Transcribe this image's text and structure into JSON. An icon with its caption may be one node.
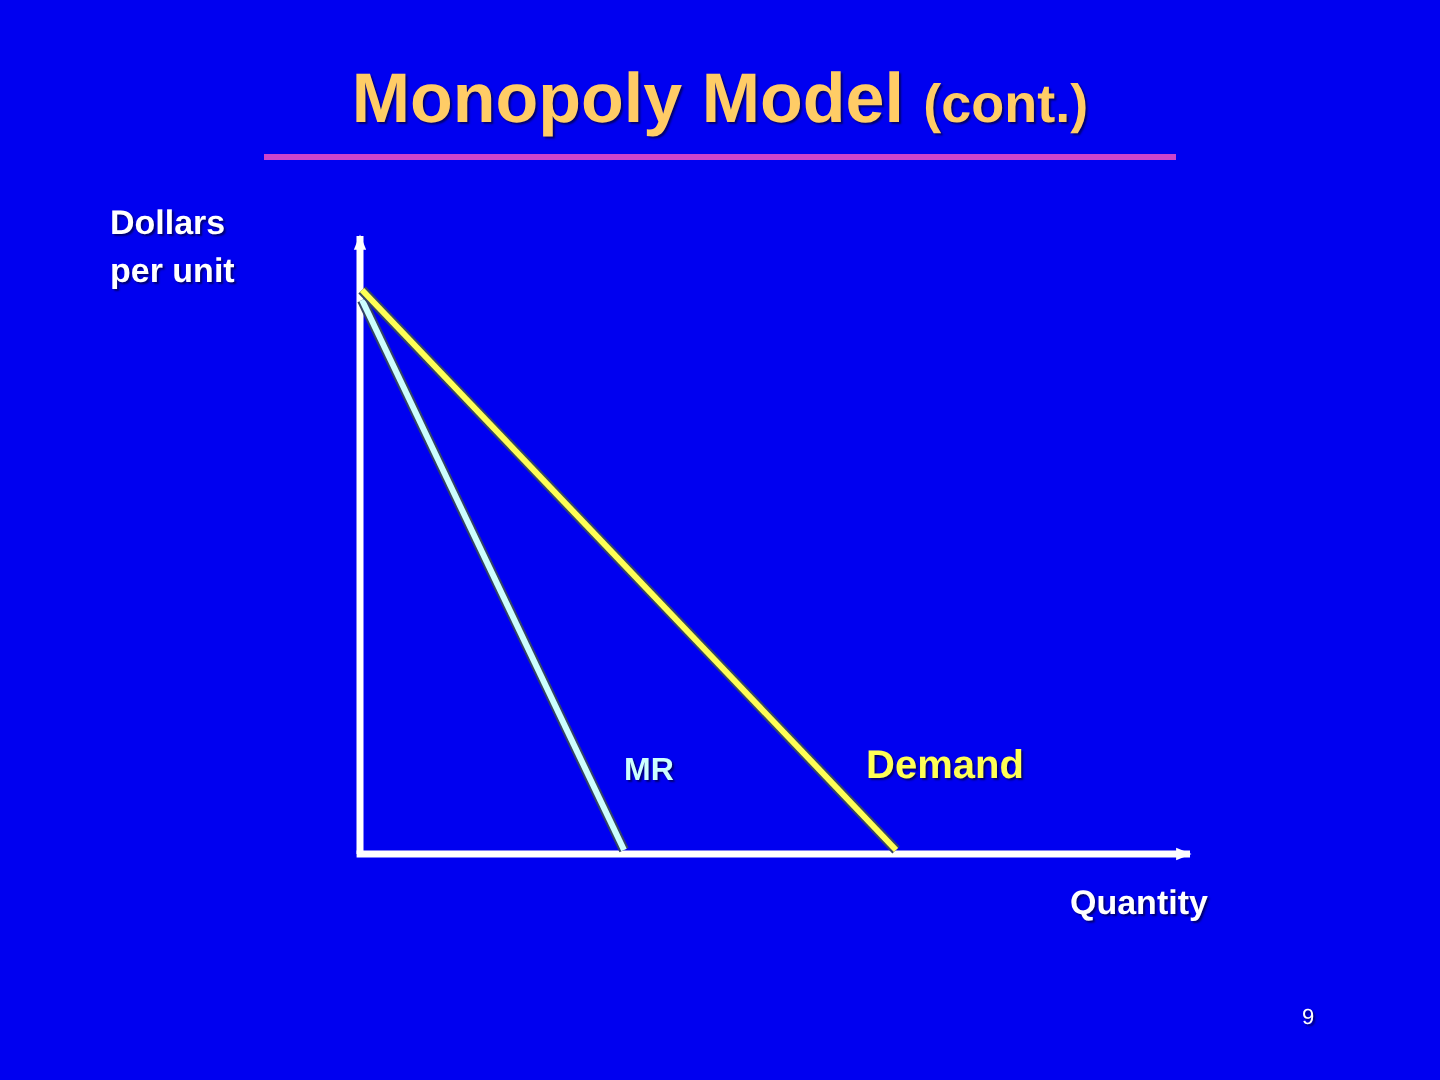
{
  "diagram": {
    "title": "Monopoly Model (cont.)",
    "labels": [
      "Dollars per unit",
      "MR",
      "Demand",
      "Quantity",
      "9"
    ]
  }
}
